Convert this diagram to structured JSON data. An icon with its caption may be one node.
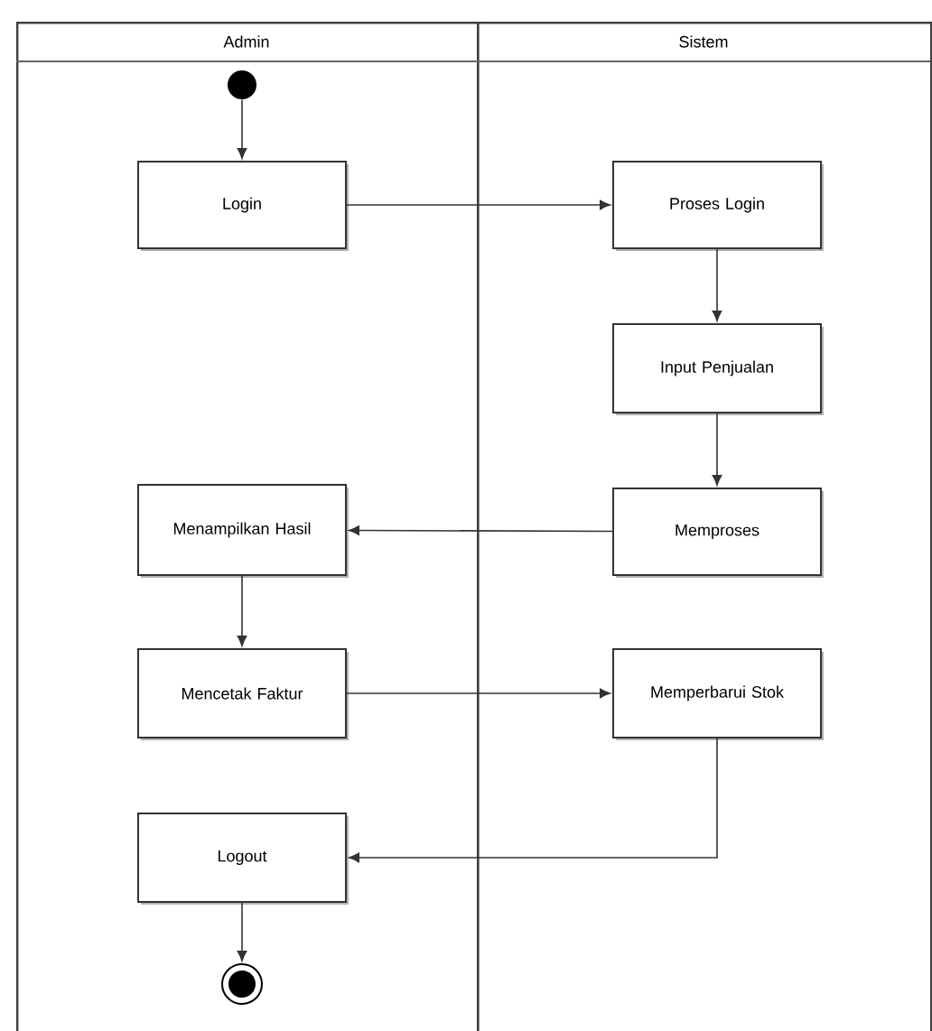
{
  "diagram": {
    "nodes": [
      {
        "text": [
          "Admin"
        ]
      },
      {
        "text": [
          "Sistem"
        ]
      },
      {
        "text": [],
        "shape": "circle",
        "in": 0
      },
      {
        "text": [
          "Login"
        ],
        "in": 0
      },
      {
        "text": [
          "Proses Login"
        ],
        "in": 1
      },
      {
        "text": [
          "Input Penjualan"
        ],
        "in": 1
      },
      {
        "text": [
          "Menampilkan Hasil"
        ],
        "in": 0
      },
      {
        "text": [
          "Memproses"
        ],
        "in": 1
      },
      {
        "text": [
          "Mencetak Faktur"
        ],
        "in": 0
      },
      {
        "text": [
          "Memperbarui Stok"
        ],
        "in": 1
      },
      {
        "text": [
          "Logout"
        ],
        "in": 0
      },
      {
        "text": [],
        "shape": "circle",
        "in": 0
      }
    ],
    "edges": [
      {
        "from": 2,
        "to": 3,
        "arrow": "to"
      },
      {
        "from": 3,
        "to": 4,
        "arrow": "to"
      },
      {
        "from": 4,
        "to": 5,
        "arrow": "to"
      },
      {
        "from": 5,
        "to": 7,
        "arrow": "to"
      },
      {
        "from": 7,
        "to": 6,
        "arrow": "to"
      },
      {
        "from": 6,
        "to": 8,
        "arrow": "to"
      },
      {
        "from": 8,
        "to": 9,
        "arrow": "to"
      },
      {
        "from": 9,
        "to": 10,
        "arrow": "to"
      },
      {
        "from": 10,
        "to": 11,
        "arrow": "to"
      }
    ]
  }
}
